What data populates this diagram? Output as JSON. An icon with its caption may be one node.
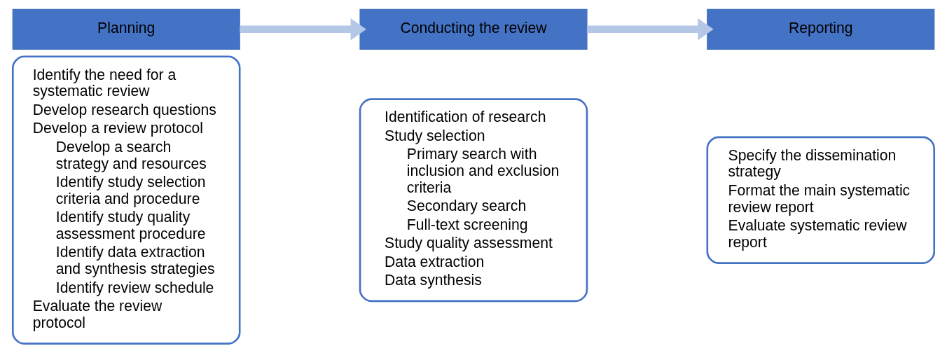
{
  "diagram": {
    "nodes": [
      {
        "text": [
          "Planning"
        ]
      },
      {
        "text": [
          "Identify the need for a systematic review",
          "Develop research questions",
          "Develop a review protocol",
          "Develop a search strategy and resources",
          "Identify study selection criteria and procedure",
          "Identify study quality assessment procedure",
          "Identify data extraction and synthesis strategies",
          "Identify review schedule",
          "Evaluate the review protocol"
        ]
      },
      {
        "text": [
          "Conducting the review"
        ]
      },
      {
        "text": [
          "Identification of research",
          "Study selection",
          "Primary search with inclusion and exclusion criteria",
          "Secondary search",
          "Full-text screening",
          "Study quality assessment",
          "Data extraction",
          "Data synthesis"
        ]
      },
      {
        "text": [
          "Reporting"
        ]
      },
      {
        "text": [
          "Specify the dissemination strategy",
          "Format the main systematic review report",
          "Evaluate systematic review report"
        ]
      }
    ],
    "edges": [
      {
        "from": 0,
        "to": 2,
        "arrow": "to"
      },
      {
        "from": 2,
        "to": 4,
        "arrow": "to"
      }
    ]
  }
}
